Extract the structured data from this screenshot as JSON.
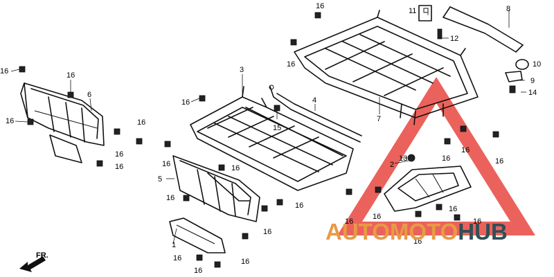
{
  "diagram": {
    "callouts": [
      "1",
      "2",
      "3",
      "4",
      "5",
      "6",
      "7",
      "8",
      "9",
      "10",
      "11",
      "12",
      "13",
      "14",
      "15",
      "16"
    ],
    "front_label": "FR."
  },
  "watermark": {
    "part1": "AUTO",
    "part2": "MOTO",
    "part3": "HUB",
    "triangle_color": "#e8473f",
    "accent_color": "#e89a45",
    "dark_color": "#2f4f55"
  }
}
